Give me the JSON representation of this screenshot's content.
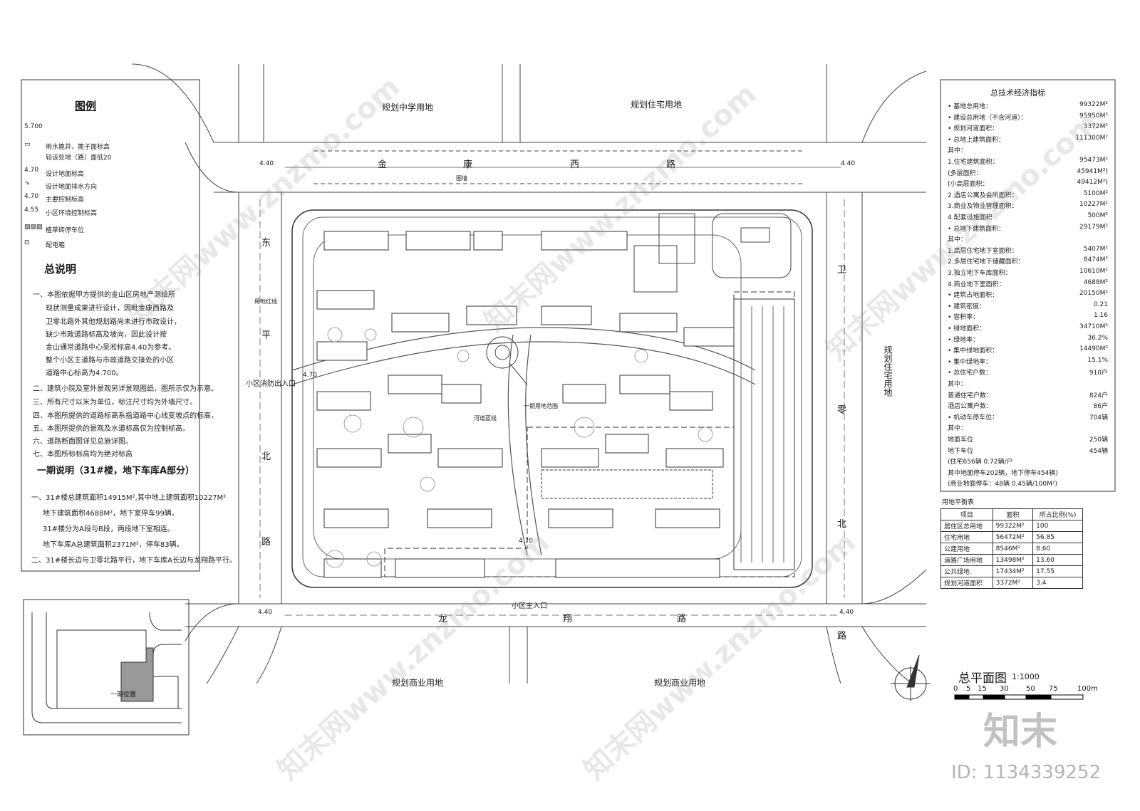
{
  "roads": {
    "north": [
      "金",
      "康",
      "西",
      "路"
    ],
    "south": [
      "龙",
      "翔",
      "路"
    ],
    "west": [
      "东",
      "平",
      "北",
      "路"
    ],
    "east": [
      "卫",
      "零",
      "北",
      "路"
    ]
  },
  "land_use": {
    "north_left": "规划中学用地",
    "north_right": "规划住宅用地",
    "south_left": "规划商业用地",
    "south_right": "规划商业用地",
    "east": "规划住宅用地"
  },
  "site_labels": {
    "fire_entrance": "小区消防出入口",
    "main_entrance": "小区主入口",
    "phase1_scope": "一期用地范围",
    "river_blue": "河道蓝线",
    "wall": "围墙",
    "red_line": "用地红线",
    "elev_west": "4.70",
    "elev_south": "4.70",
    "elev_nw": "4.40",
    "elev_ne": "4.40",
    "elev_sw": "4.40",
    "elev_se": "4.40"
  },
  "legend": {
    "title": "图例",
    "items": [
      {
        "symbol": "5.700",
        "label": ""
      },
      {
        "symbol": "▭",
        "label": "雨水篦井，篦子面标高"
      },
      {
        "symbol": "",
        "label": "较该处地（路）面低20"
      },
      {
        "symbol": "4.70",
        "label": "设计地面标高"
      },
      {
        "symbol": "↘",
        "label": "设计地面排水方向"
      },
      {
        "symbol": "4.70",
        "label": "主要控制标高"
      },
      {
        "symbol": "4.55",
        "label": "小区环境控制标高"
      },
      {
        "symbol": "▨▨▨",
        "label": "植草砖停车位"
      },
      {
        "symbol": "⊡",
        "label": "配电箱"
      }
    ]
  },
  "general_notes": {
    "title": "总说明",
    "lines": [
      "一、本图依据甲方提供的金山区房地产测绘所",
      "现状测量成果进行设计，因毗金康西路及",
      "卫零北路外其他规划路尚未进行市政设计，",
      "缺少市政道路标高及坡向，因此设计按",
      "金山通常道路中心吴淞标高4.40为参考。",
      "整个小区主道路与市政道路交接处的小区",
      "道路中心标高为4.700。",
      "二、建筑小院及室外景观另详景观图纸，图所示仅为示意。",
      "三、所有尺寸以米为单位，标注尺寸均为外墙尺寸。",
      "四、本图所提供的道路标高系指道路中心线变坡点的标高，",
      "五、本图所提供的景观及水道标高仅为控制标高。",
      "六、道路断面图详见总施详图。",
      "七、本图所标标高均为绝对标高"
    ]
  },
  "phase1_notes": {
    "title": "一期说明（31#楼，地下车库A部分）",
    "lines": [
      "一、31#楼总建筑面积14915M²,其中地上建筑面积10227M²",
      "地下建筑面积4688M²，地下室停车99辆。",
      "31#楼分为A段与B段，两段地下室相连。",
      "地下车库A总建筑面积2371M²，停车83辆。",
      "二、31#楼长边与卫零北路平行，地下车库A长边与龙翔路平行。"
    ]
  },
  "keyplan_label": "一期位置",
  "indicators": {
    "title": "总技术经济指标",
    "rows": [
      {
        "label": "• 基地总用地：",
        "value": "99322M²"
      },
      {
        "label": "• 建设总用地（不含河道）：",
        "value": "95950M²"
      },
      {
        "label": "• 规划河道面积：",
        "value": "3372M²"
      },
      {
        "label": "• 总地上建筑面积：",
        "value": "111300M²"
      },
      {
        "label": "其中：",
        "value": ""
      },
      {
        "label": "1.住宅建筑面积：",
        "value": "95473M²"
      },
      {
        "label": "(多层面积：",
        "value": "45941M²)"
      },
      {
        "label": "(小高层面积：",
        "value": "49412M²)"
      },
      {
        "label": "2.酒店公寓及会所面积：",
        "value": "5100M²"
      },
      {
        "label": "3.商业及物业管理面积：",
        "value": "10227M²"
      },
      {
        "label": "4.配套设施面积",
        "value": "500M²"
      },
      {
        "label": "• 总地下建筑面积：",
        "value": "29179M²"
      },
      {
        "label": "其中：",
        "value": ""
      },
      {
        "label": "1.高层住宅地下室面积：",
        "value": "5407M²"
      },
      {
        "label": "2.多层住宅地下储藏面积：",
        "value": "8474M²"
      },
      {
        "label": "3.独立地下车库面积：",
        "value": "10610M²"
      },
      {
        "label": "4.商业地下室面积：",
        "value": "4688M²"
      },
      {
        "label": "• 建筑占地面积：",
        "value": "20150M²"
      },
      {
        "label": "• 建筑密度：",
        "value": "0.21"
      },
      {
        "label": "• 容积率：",
        "value": "1.16"
      },
      {
        "label": "• 绿地面积：",
        "value": "34710M²"
      },
      {
        "label": "• 绿地率：",
        "value": "36.2%"
      },
      {
        "label": "• 集中绿地面积：",
        "value": "14490M²"
      },
      {
        "label": "• 集中绿地率：",
        "value": "15.1%"
      },
      {
        "label": "• 总住宅户数：",
        "value": "910户"
      },
      {
        "label": "其中：",
        "value": ""
      },
      {
        "label": "普通住宅户数：",
        "value": "824户"
      },
      {
        "label": "酒店公寓户数：",
        "value": "86户"
      },
      {
        "label": "• 机动车停车位：",
        "value": "704辆"
      },
      {
        "label": "其中：",
        "value": ""
      },
      {
        "label": "地面车位",
        "value": "250辆"
      },
      {
        "label": "地下车位",
        "value": "454辆"
      },
      {
        "label": "(住宅656辆 0.72辆/户",
        "value": ""
      },
      {
        "label": "其中地面停车202辆，地下停车454辆)",
        "value": ""
      },
      {
        "label": "(商业地面停车：48辆 0.45辆/100M²)",
        "value": ""
      }
    ]
  },
  "balance_table": {
    "title": "用地平衡表",
    "headers": [
      "项目",
      "面积",
      "所占比例(%)"
    ],
    "rows": [
      [
        "居住区总用地",
        "99322M²",
        "100"
      ],
      [
        "住宅用地",
        "56472M²",
        "56.85"
      ],
      [
        "公建用地",
        "8546M²",
        "8.60"
      ],
      [
        "道路广场用地",
        "13498M²",
        "13.60"
      ],
      [
        "公共绿地",
        "17434M²",
        "17.55"
      ],
      [
        "规划河道面积",
        "3372M²",
        "3.4"
      ]
    ]
  },
  "drawing_title": "总平面图",
  "drawing_scale": "1:1000",
  "scale_bar": [
    "0",
    "5",
    "15",
    "30",
    "50",
    "75",
    "100m"
  ],
  "watermark_logo": "知末",
  "watermark_id": "ID: 1134339252",
  "watermark_text": "知末网www.znzmo.com"
}
